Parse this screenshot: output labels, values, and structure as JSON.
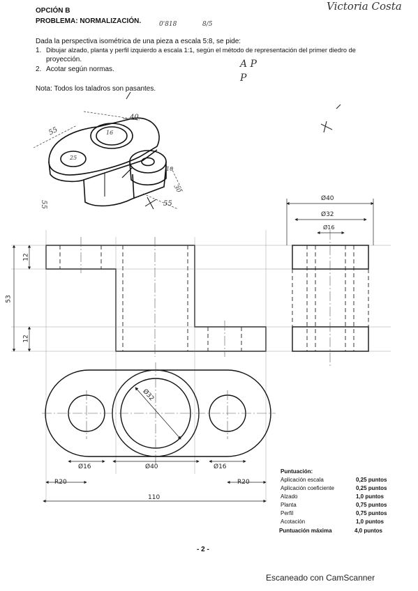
{
  "header": {
    "option": "OPCIÓN B",
    "problem": "PROBLEMA: NORMALIZACIÓN.",
    "author_signature": "Victoria Costa",
    "margin_note_ratio": "0'818",
    "margin_note_fraction": "8/5",
    "handwritten_ap": "A  P",
    "handwritten_p": "P"
  },
  "statement": {
    "intro": "Dada la perspectiva isométrica de una pieza a escala 5:8, se pide:",
    "item1_num": "1.",
    "item1_line1": "Dibujar alzado, planta y perfil izquierdo a escala 1:1, según el método de representación del primer diedro de",
    "item1_line2": "proyección.",
    "item2_num": "2.",
    "item2": "Acotar según normas.",
    "note": "Nota: Todos los taladros son pasantes."
  },
  "iso_dims": {
    "d55a": "55",
    "d40": "40",
    "d16": "16",
    "d25": "25",
    "d55b": "55",
    "d55c": "55",
    "d10": "10",
    "d30": "30"
  },
  "drawing_dims": {
    "h12_top": "12",
    "h53": "53",
    "h12_bot": "12",
    "prof_d40": "Ø40",
    "prof_d32": "Ø32",
    "prof_d16": "Ø16",
    "plan_d32": "Ø32",
    "plan_d16_left": "Ø16",
    "plan_d40": "Ø40",
    "plan_d16_right": "Ø16",
    "plan_r20_left": "R20",
    "plan_r20_right": "R20",
    "plan_110": "110"
  },
  "scoring": {
    "title": "Puntuación:",
    "rows": [
      {
        "label": "Aplicación escala",
        "value": "0,25 puntos"
      },
      {
        "label": "Aplicación coeficiente",
        "value": "0,25 puntos"
      },
      {
        "label": "Alzado",
        "value": "1,0  puntos"
      },
      {
        "label": "Planta",
        "value": "0,75 puntos"
      },
      {
        "label": "Perfil",
        "value": "0,75 puntos"
      },
      {
        "label": "Acotación",
        "value": "1,0  puntos"
      }
    ],
    "max_label": "Puntuación máxima",
    "max_value": "4,0 puntos"
  },
  "footer": {
    "page_number": "- 2 -",
    "scanner": "Escaneado con CamScanner"
  }
}
